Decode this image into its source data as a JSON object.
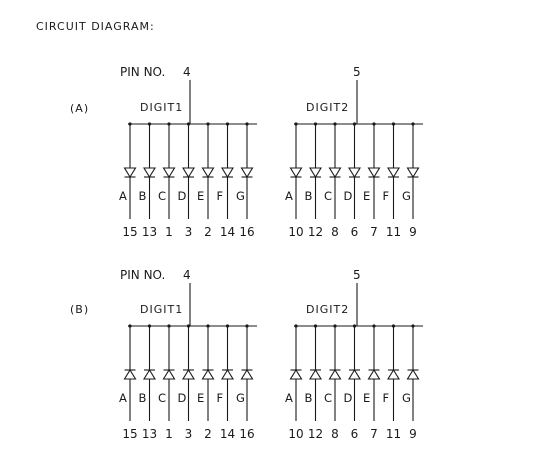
{
  "title": "CIRCUIT DIAGRAM:",
  "pin_prefix": "PIN NO.",
  "segments": [
    "A",
    "B",
    "C",
    "D",
    "E",
    "F",
    "G"
  ],
  "variants": [
    {
      "id": "a",
      "label": "(A)",
      "orientation": "down",
      "digits": [
        {
          "name": "DIGIT1",
          "common_pin": "4",
          "show_prefix": true,
          "pins": [
            "15",
            "13",
            "1",
            "3",
            "2",
            "14",
            "16"
          ]
        },
        {
          "name": "DIGIT2",
          "common_pin": "5",
          "show_prefix": false,
          "pins": [
            "10",
            "12",
            "8",
            "6",
            "7",
            "11",
            "9"
          ]
        }
      ]
    },
    {
      "id": "b",
      "label": "(B)",
      "orientation": "up",
      "digits": [
        {
          "name": "DIGIT1",
          "common_pin": "4",
          "show_prefix": true,
          "pins": [
            "15",
            "13",
            "1",
            "3",
            "2",
            "14",
            "16"
          ]
        },
        {
          "name": "DIGIT2",
          "common_pin": "5",
          "show_prefix": false,
          "pins": [
            "10",
            "12",
            "8",
            "6",
            "7",
            "11",
            "9"
          ]
        }
      ]
    }
  ]
}
